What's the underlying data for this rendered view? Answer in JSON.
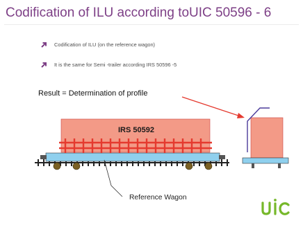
{
  "slide": {
    "title": "Codification of ILU according toUIC 50596 - 6",
    "bullets": [
      {
        "icon": "arrow-bullet-icon",
        "text": "Codification of ILU (on the reference wagon)"
      },
      {
        "icon": "arrow-bullet-icon",
        "text": "It is the same for Semi -trailer according IRS 50596 -5"
      }
    ],
    "result_text": "Result = Determination of profile",
    "container_label": "IRS 50592",
    "reference_label": "Reference Wagon",
    "logo_text": "uic"
  },
  "colors": {
    "title": "#7d3f86",
    "bullet_arrow": "#7d3f86",
    "container": "#f39a87",
    "container_frame": "#e53a2f",
    "wagon_deck": "#8fd0ee",
    "wheels": "#7a6024",
    "rail": "#222222",
    "result_arrow": "#e53a2f",
    "profile_line": "#4a3a9a",
    "logo_green": "#76b82a"
  }
}
